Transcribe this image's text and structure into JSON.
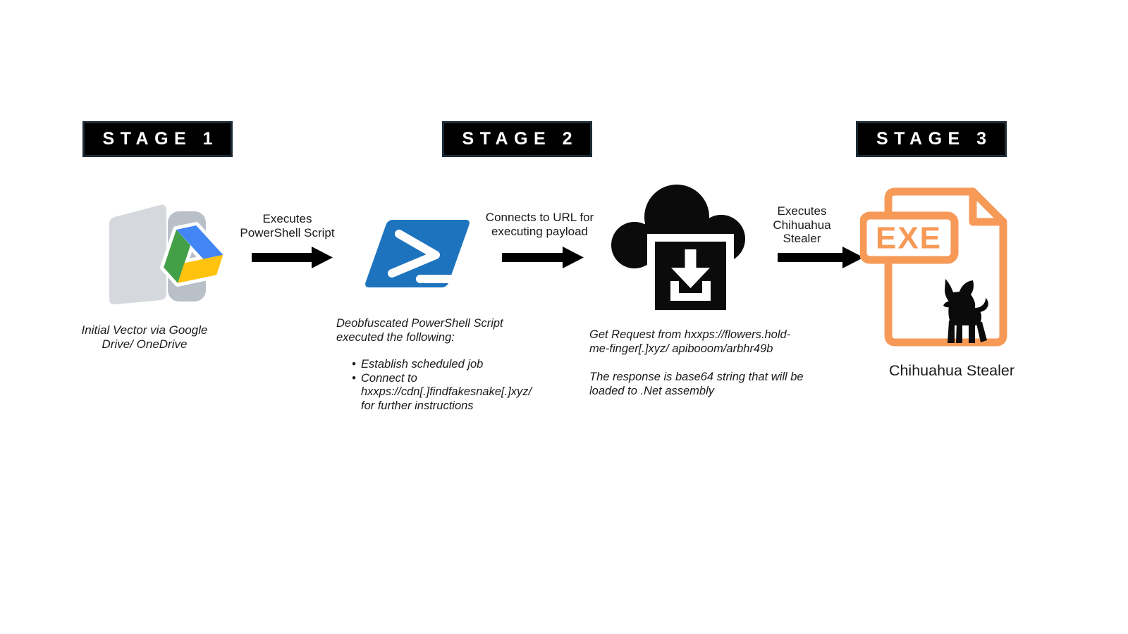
{
  "colors": {
    "stage_bg": "#000000",
    "stage_border": "#1c2b36",
    "stage_text": "#ffffff",
    "body_text": "#1a1a1a",
    "arrow_black": "#000000",
    "powershell_blue": "#1e73be",
    "exe_orange": "#f79a58",
    "folder_front_gray": "#d5d9dd",
    "folder_back_gray": "#b9c0c8",
    "drive_green": "#43a047",
    "drive_blue": "#4285f4",
    "drive_yellow": "#ffc20e",
    "icon_black": "#0b0b0b"
  },
  "stage1": {
    "header": "STAGE 1",
    "icon": "google-drive-onedrive-folder",
    "caption_line1": "Initial Vector via Google",
    "caption_line2": "Drive/ OneDrive"
  },
  "arrow1": {
    "label_line1": "Executes",
    "label_line2": "PowerShell Script"
  },
  "stage2": {
    "header": "STAGE 2",
    "icon": "powershell",
    "desc_line1": "Deobfuscated PowerShell Script",
    "desc_line2": "executed the following:",
    "bullet1": "Establish scheduled job",
    "bullet2_line1": "Connect to",
    "bullet2_line2": "hxxps://cdn[.]findfakesnake[.]xyz/",
    "bullet2_line3": "for further instructions"
  },
  "arrow2": {
    "label_line1": "Connects to URL for",
    "label_line2": "executing payload"
  },
  "cloud": {
    "icon": "cloud-download",
    "para1_line1": "Get Request from hxxps://flowers.hold-",
    "para1_line2": "me-finger[.]xyz/ apibooom/arbhr49b",
    "para2_line1": "The response is base64 string that will be",
    "para2_line2": "loaded to .Net assembly"
  },
  "arrow3": {
    "label_line1": "Executes",
    "label_line2": "Chihuahua",
    "label_line3": "Stealer"
  },
  "stage3": {
    "header": "STAGE 3",
    "icon": "exe-file-chihuahua",
    "exe_badge": "EXE",
    "caption": "Chihuahua Stealer"
  }
}
